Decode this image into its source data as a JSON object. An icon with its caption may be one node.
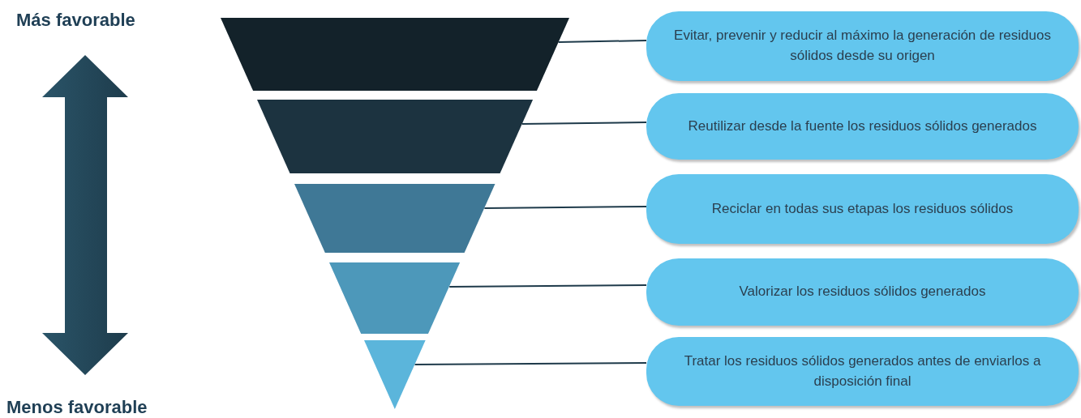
{
  "diagram": {
    "nodes": [
      {
        "text": [],
        "shape": "trapezoid"
      },
      {
        "text": [],
        "shape": "trapezoid"
      },
      {
        "text": [],
        "shape": "trapezoid"
      },
      {
        "text": [],
        "shape": "trapezoid"
      },
      {
        "text": [],
        "shape": "triangle"
      },
      {
        "text": [
          "Evitar, prevenir y reducir al máximo la generación de residuos sólidos desde su origen"
        ]
      },
      {
        "text": [
          "Reutilizar desde la fuente los residuos sólidos generados"
        ]
      },
      {
        "text": [
          "Reciclar en todas sus etapas los residuos sólidos"
        ]
      },
      {
        "text": [
          "Valorizar los residuos sólidos generados"
        ]
      },
      {
        "text": [
          "Tratar los residuos sólidos generados antes de enviarlos a disposición final"
        ]
      }
    ],
    "edges": [
      {
        "from": 0,
        "to": 5,
        "arrow": "none"
      },
      {
        "from": 1,
        "to": 6,
        "arrow": "none"
      },
      {
        "from": 2,
        "to": 7,
        "arrow": "none"
      },
      {
        "from": 3,
        "to": 8,
        "arrow": "none"
      },
      {
        "from": 4,
        "to": 9,
        "arrow": "none"
      }
    ],
    "labels": [
      "Más favorable",
      "Menos favorable"
    ]
  }
}
